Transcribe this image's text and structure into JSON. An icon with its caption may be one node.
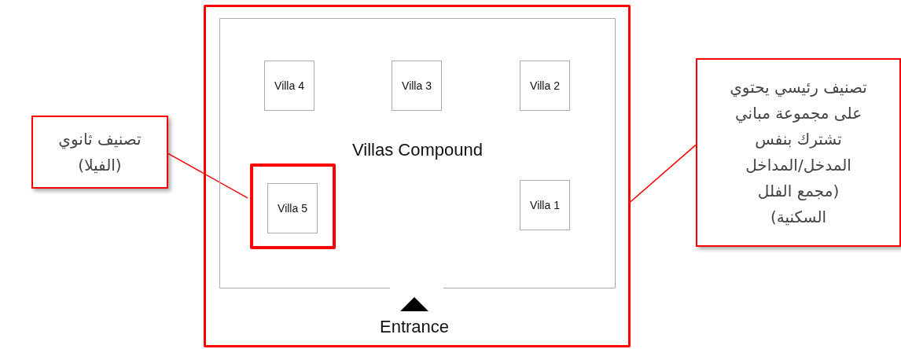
{
  "diagram": {
    "nodes": [
      {
        "text": [
          "تصنيف ثانوي (الفيلا)"
        ]
      },
      {
        "text": [],
        "shape": "box"
      },
      {
        "text": [
          "Villas Compound"
        ],
        "in": 1
      },
      {
        "text": [
          "Villa 4"
        ],
        "in": 2
      },
      {
        "text": [
          "Villa 3"
        ],
        "in": 2
      },
      {
        "text": [
          "Villa 2"
        ],
        "in": 2
      },
      {
        "text": [],
        "shape": "box",
        "in": 2
      },
      {
        "text": [
          "Villa 5"
        ],
        "in": 6
      },
      {
        "text": [
          "Villa 1"
        ],
        "in": 2
      },
      {
        "text": [
          "تصنيف رئيسي يحتوي على مجموعة مباني تشترك بنفس المدخل/المداخل (مجمع الفلل السكنية)"
        ]
      }
    ],
    "edges": [
      {
        "from": 0,
        "to": 6,
        "arrow": "none",
        "color": "#ff0000"
      },
      {
        "from": 9,
        "to": 1,
        "arrow": "none",
        "color": "#ff0000"
      }
    ],
    "labels": [
      "Entrance"
    ]
  }
}
